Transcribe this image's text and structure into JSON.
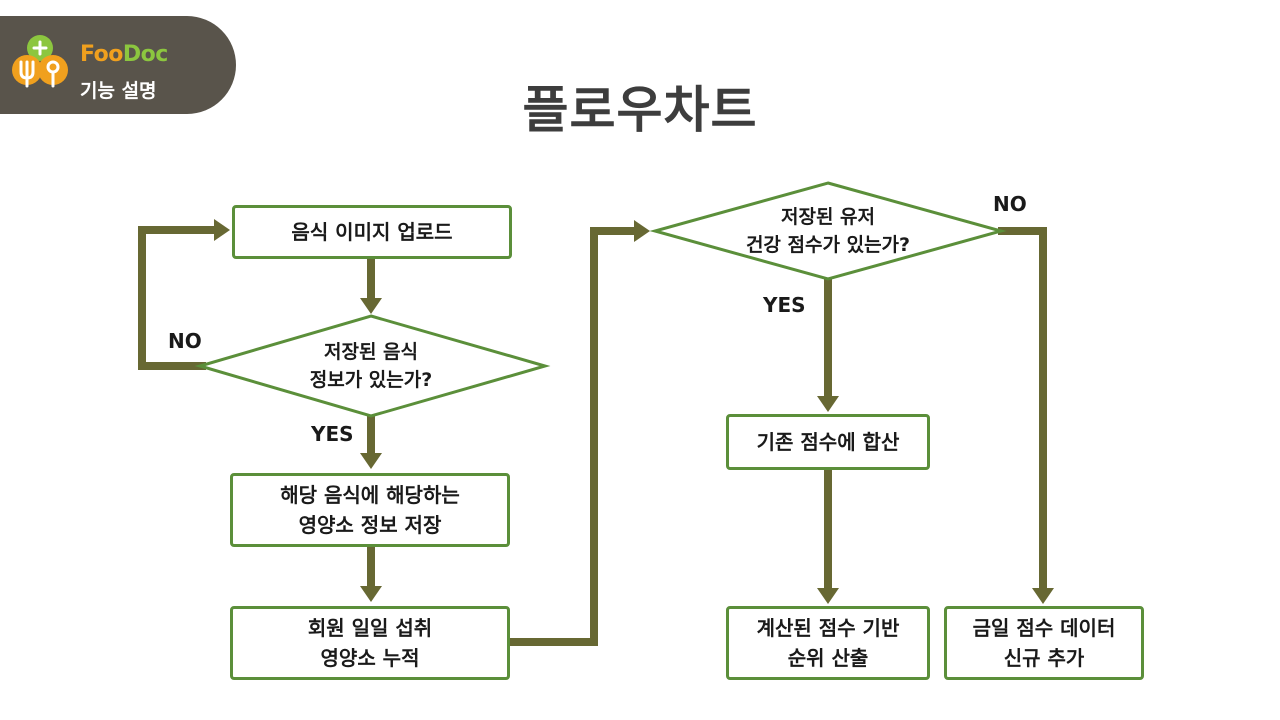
{
  "header": {
    "brand_part1": "Foo",
    "brand_part2": "Doc",
    "subtitle": "기능 설명"
  },
  "title": "플로우차트",
  "nodes": {
    "upload": "음식 이미지 업로드",
    "check_food_line1": "저장된 음식",
    "check_food_line2": "정보가 있는가?",
    "save_line1": "해당 음식에 해당하는",
    "save_line2": "영양소 정보 저장",
    "accumulate_line1": "회원 일일 섭취",
    "accumulate_line2": "영양소 누적",
    "check_score_line1": "저장된 유저",
    "check_score_line2": "건강 점수가 있는가?",
    "add_score": "기존 점수에 합산",
    "rank_line1": "계산된 점수 기반",
    "rank_line2": "순위 산출",
    "new_data_line1": "금일 점수 데이터",
    "new_data_line2": "신규 추가"
  },
  "labels": {
    "no_food": "NO",
    "yes_food": "YES",
    "no_score": "NO",
    "yes_score": "YES"
  },
  "colors": {
    "box_border": "#5b8f3a",
    "arrow": "#676833",
    "header_bg": "#59544b",
    "brand_orange": "#f0a01e",
    "brand_green": "#8cc63f"
  }
}
